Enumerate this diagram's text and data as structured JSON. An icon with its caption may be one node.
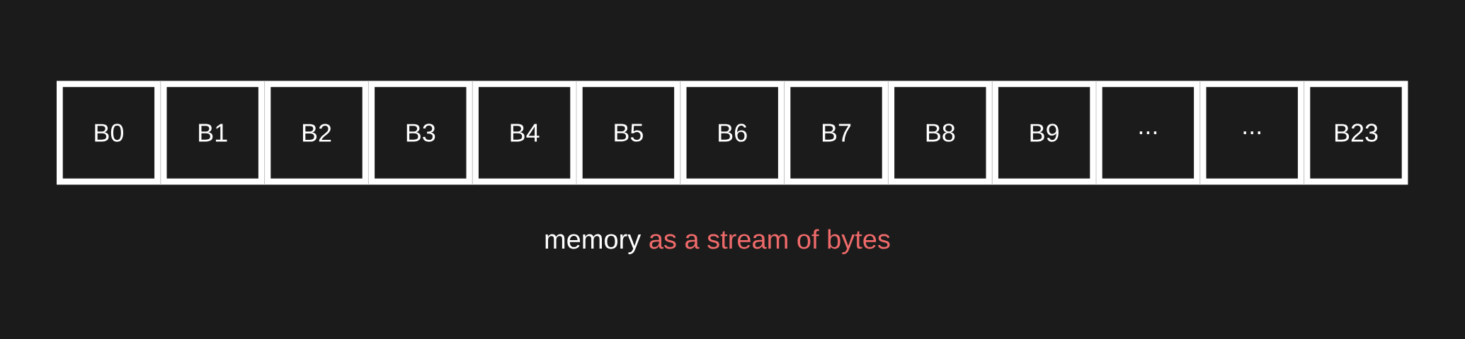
{
  "diagram": {
    "nodes": [
      {
        "text": [
          "B0"
        ]
      },
      {
        "text": [
          "B1"
        ]
      },
      {
        "text": [
          "B2"
        ]
      },
      {
        "text": [
          "B3"
        ]
      },
      {
        "text": [
          "B4"
        ]
      },
      {
        "text": [
          "B5"
        ]
      },
      {
        "text": [
          "B6"
        ]
      },
      {
        "text": [
          "B7"
        ]
      },
      {
        "text": [
          "B8"
        ]
      },
      {
        "text": [
          "B9"
        ]
      },
      {
        "text": [
          "..."
        ]
      },
      {
        "text": [
          "..."
        ]
      },
      {
        "text": [
          "B23"
        ]
      }
    ],
    "labels": [
      "memory",
      "as a stream of bytes"
    ]
  }
}
